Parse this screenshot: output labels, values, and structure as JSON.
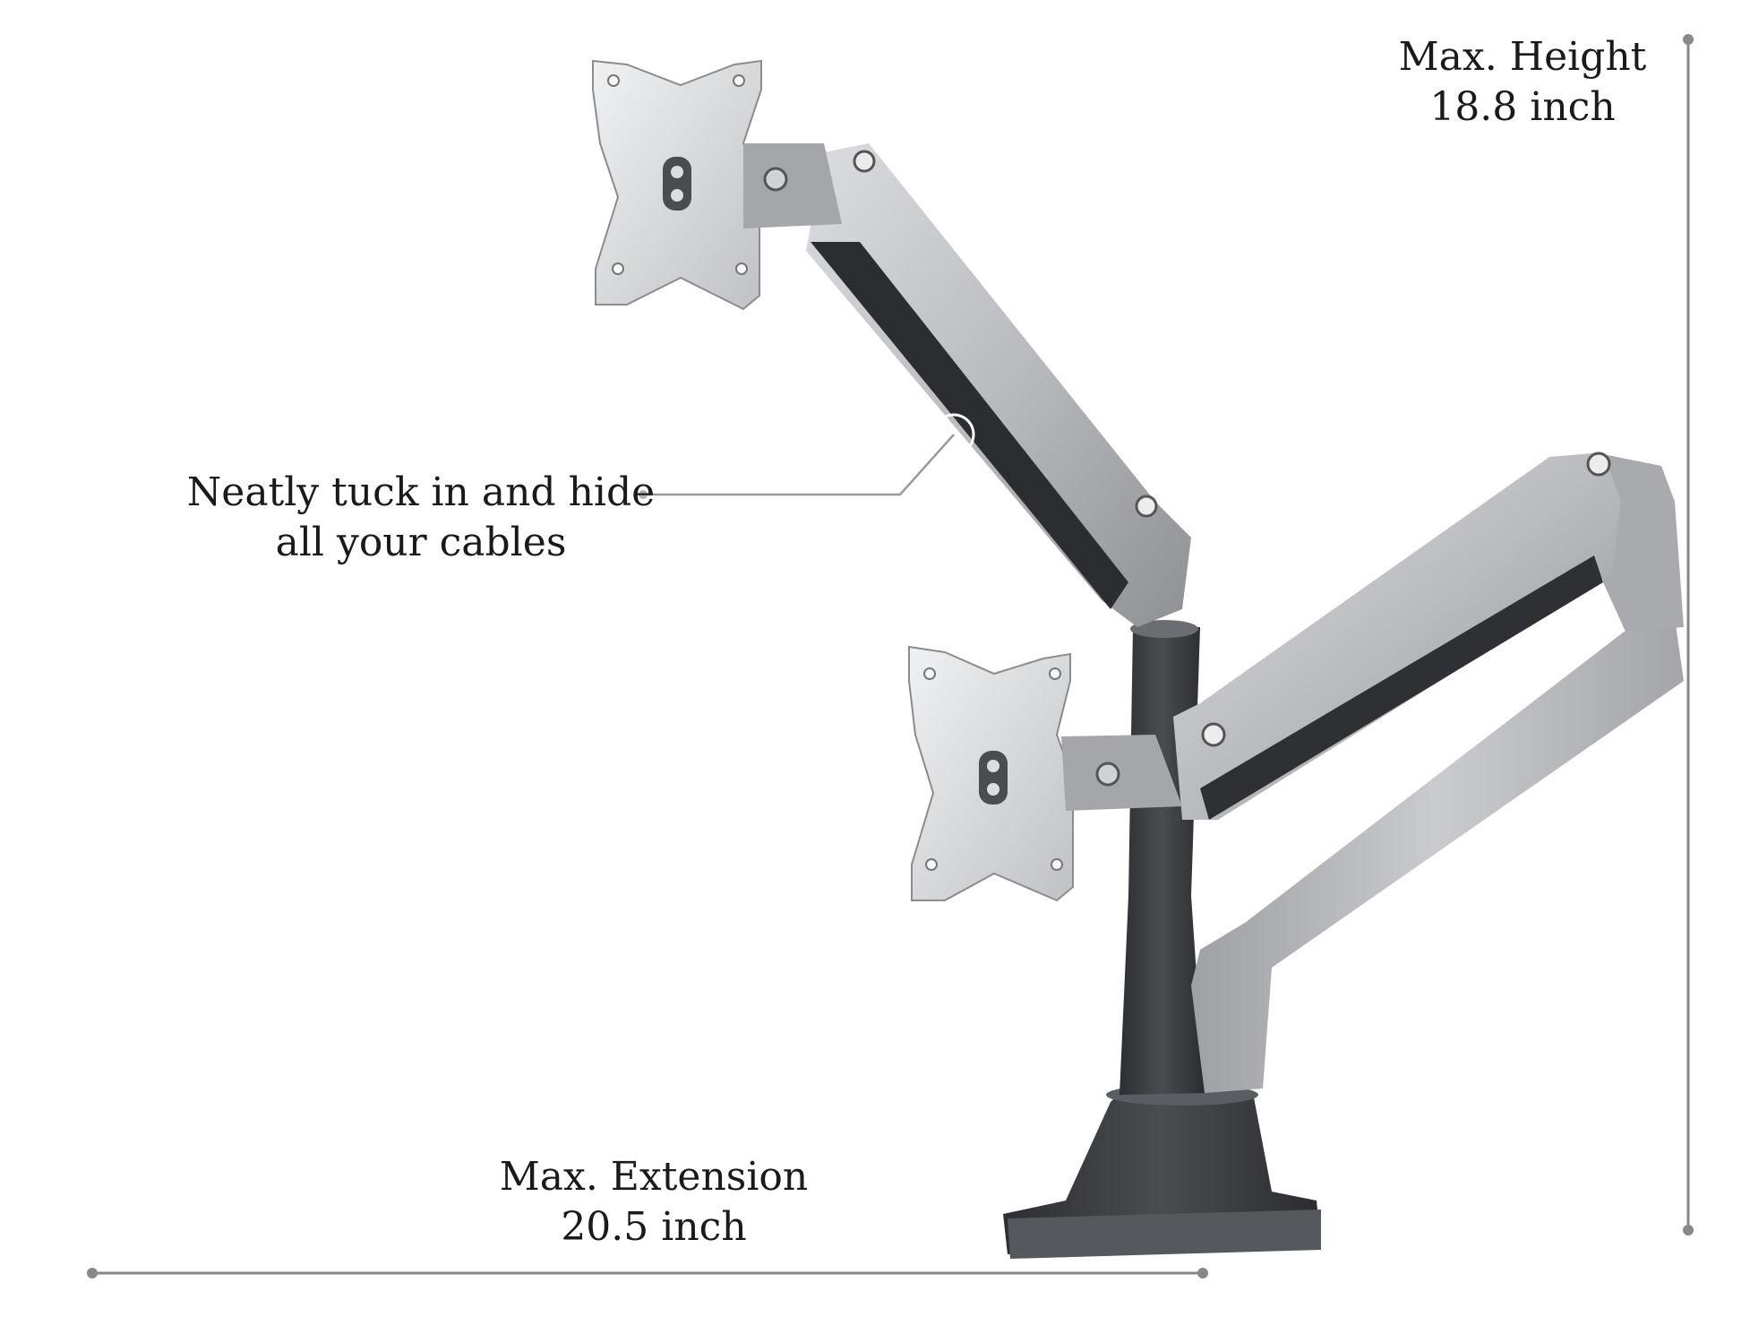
{
  "annotations": {
    "max_height": {
      "title": "Max. Height",
      "value": "18.8 inch"
    },
    "cables": {
      "line1": "Neatly tuck in and hide",
      "line2": "all your cables"
    },
    "max_extension": {
      "title": "Max. Extension",
      "value": "20.5 inch"
    }
  },
  "colors": {
    "background": "#ffffff",
    "text": "#1a1a1a",
    "dimension_line": "#888888",
    "arm_silver": "#bdbfc2",
    "pole_dark": "#3d3f43",
    "plate_silver": "#e1e2e4"
  },
  "product": {
    "subject": "dual-monitor-gas-spring-arm"
  }
}
